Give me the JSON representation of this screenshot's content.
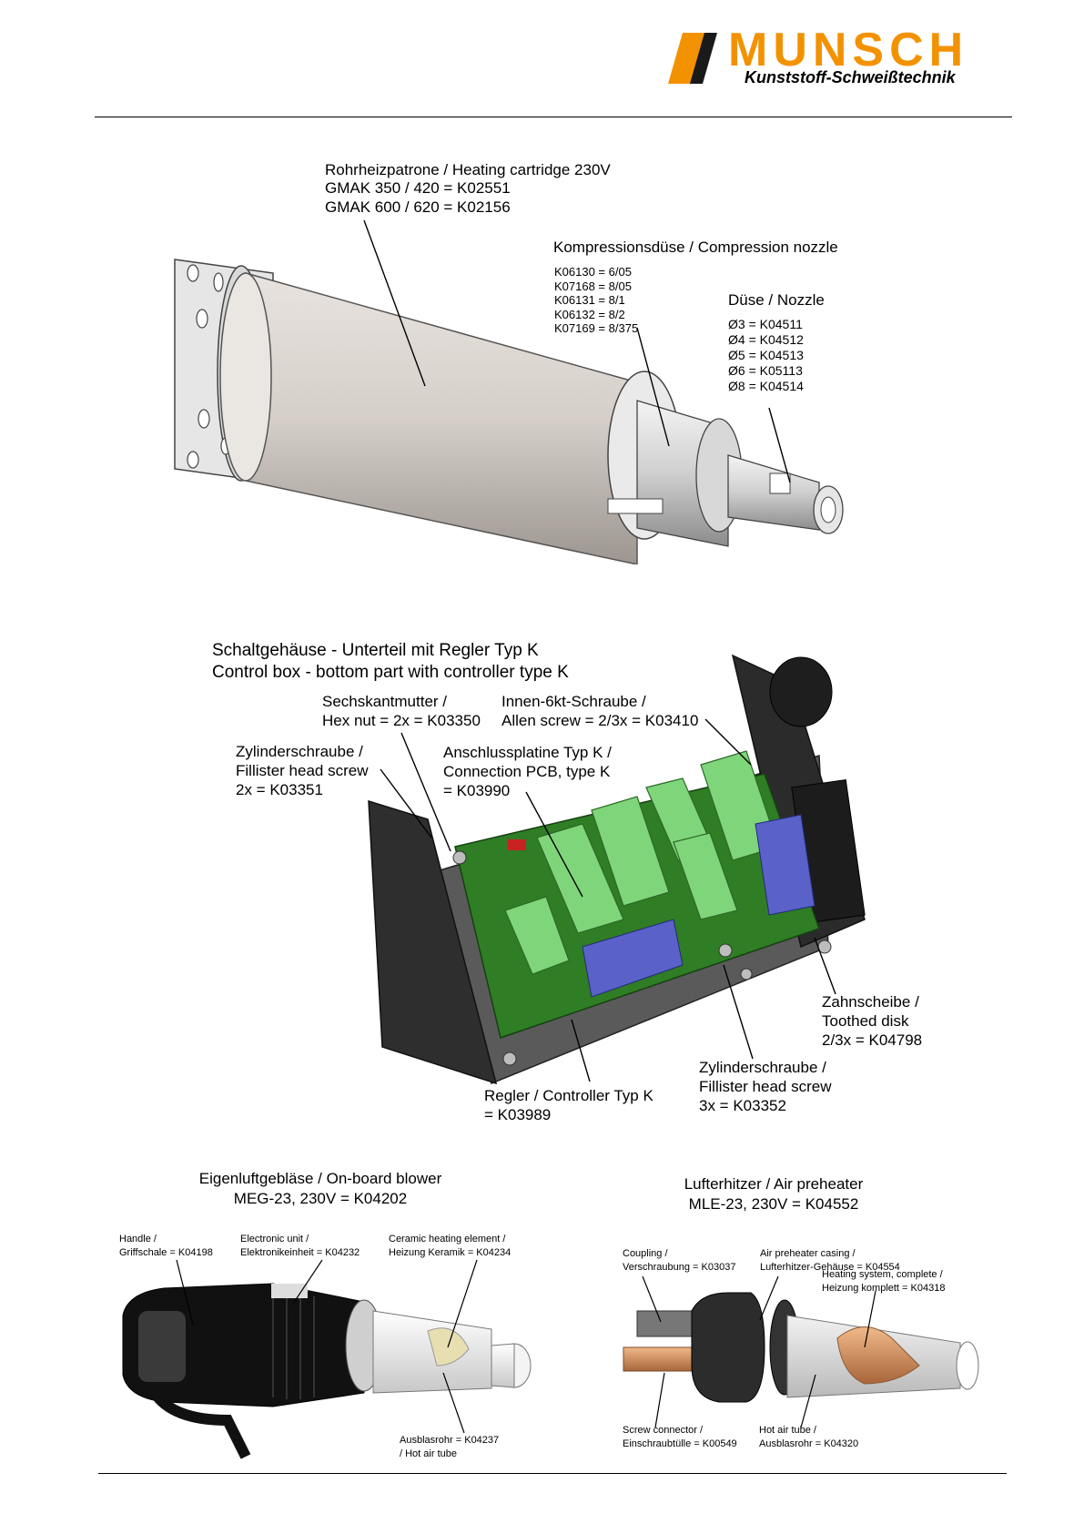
{
  "header": {
    "brand_name": "MUNSCH",
    "brand_tagline": "Kunststoff-Schweißtechnik",
    "brand_color": "#F39200",
    "brand_text_color": "#8A8A8A"
  },
  "cartridge_section": {
    "heating_cartridge": {
      "lines": [
        "Rohrheizpatrone / Heating cartridge 230V",
        "GMAK 350 / 420 = K02551",
        "GMAK 600 / 620 = K02156"
      ]
    },
    "compression_nozzle": {
      "title": "Kompressionsdüse / Compression nozzle",
      "lines": [
        "K06130 = 6/05",
        "K07168 = 8/05",
        "K06131 = 8/1",
        "K06132 = 8/2",
        "K07169 = 8/375"
      ]
    },
    "nozzle": {
      "title": "Düse / Nozzle",
      "lines": [
        "Ø3 = K04511",
        "Ø4 = K04512",
        "Ø5 = K04513",
        "Ø6 = K05113",
        "Ø8 = K04514"
      ]
    }
  },
  "control_box_section": {
    "title_lines": [
      "Schaltgehäuse - Unterteil mit Regler Typ K",
      "Control box - bottom part with controller type K"
    ],
    "hex_nut": [
      "Sechskantmutter /",
      "Hex nut = 2x = K03350"
    ],
    "allen_screw": [
      "Innen-6kt-Schraube /",
      "Allen screw = 2/3x = K03410"
    ],
    "fillister_screw_top": [
      "Zylinderschraube /",
      "Fillister head screw",
      "2x = K03351"
    ],
    "connection_pcb": [
      "Anschlussplatine Typ K /",
      "Connection PCB, type K",
      "= K03990"
    ],
    "toothed_disk": [
      "Zahnscheibe /",
      "Toothed disk",
      "2/3x = K04798"
    ],
    "fillister_screw_bottom": [
      "Zylinderschraube /",
      "Fillister head screw",
      "3x = K03352"
    ],
    "controller": [
      "Regler / Controller Typ K",
      "= K03989"
    ]
  },
  "blower_section": {
    "title_lines": [
      "Eigenluftgebläse / On-board blower",
      "MEG-23, 230V = K04202"
    ],
    "handle": [
      "Handle /",
      "Griffschale = K04198"
    ],
    "electronic_unit": [
      "Electronic unit /",
      "Elektronikeinheit = K04232"
    ],
    "ceramic_heating": [
      "Ceramic heating element /",
      "Heizung Keramik = K04234"
    ],
    "hot_air_tube": [
      "Ausblasrohr = K04237",
      "/ Hot air tube"
    ]
  },
  "preheater_section": {
    "title_lines": [
      "Lufterhitzer / Air preheater",
      "MLE-23, 230V = K04552"
    ],
    "coupling": [
      "Coupling /",
      "Verschraubung = K03037"
    ],
    "casing": [
      "Air preheater casing /",
      "Lufterhitzer-Gehäuse = K04554"
    ],
    "heating_system": [
      "Heating system, complete /",
      "Heizung komplett = K04318"
    ],
    "screw_connector": [
      "Screw connector /",
      "Einschraubtülle = K00549"
    ],
    "hot_air_tube": [
      "Hot air tube /",
      "Ausblasrohr = K04320"
    ]
  }
}
